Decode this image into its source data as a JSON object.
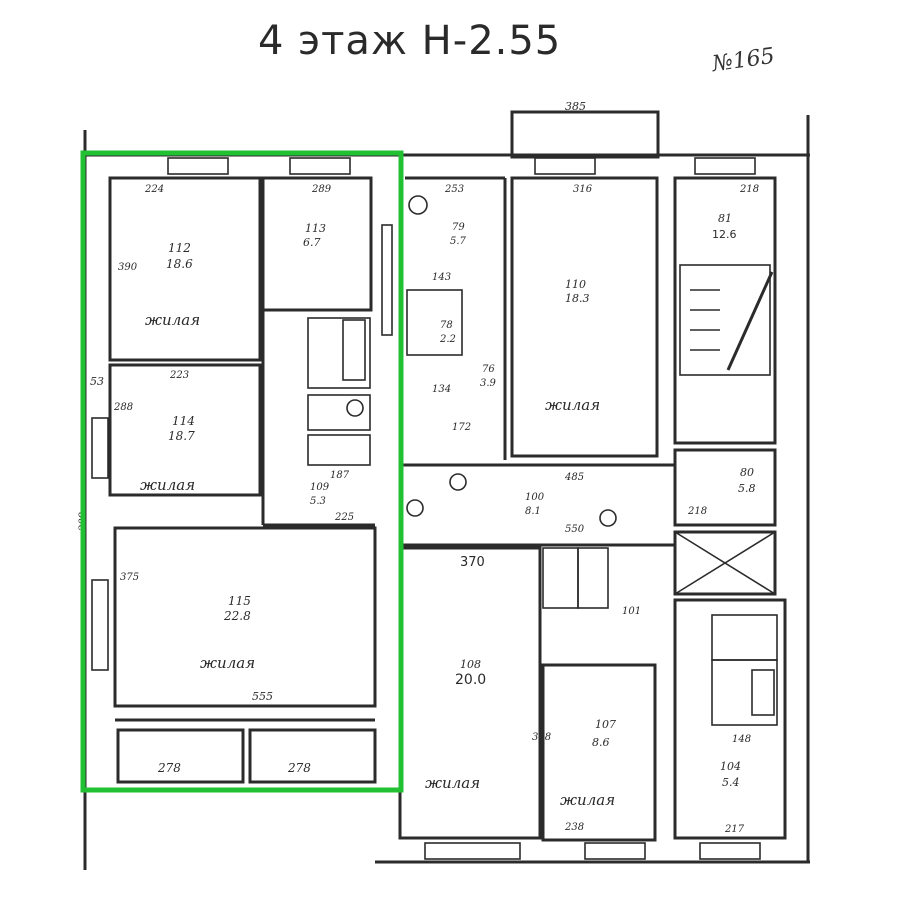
{
  "header": {
    "title": "4 этаж Н-2.55",
    "sheet_number": "№165"
  },
  "rooms": [
    {
      "id": "room-112",
      "number": "112",
      "area": "18.6",
      "use": "жилая",
      "dims": [
        "224",
        "390"
      ]
    },
    {
      "id": "room-113",
      "number": "113",
      "area": "6.7",
      "use": "",
      "dims": [
        "289"
      ]
    },
    {
      "id": "room-114",
      "number": "114",
      "area": "18.7",
      "use": "жилая",
      "dims": [
        "223",
        "288"
      ]
    },
    {
      "id": "room-115",
      "number": "115",
      "area": "22.8",
      "use": "жилая",
      "dims": [
        "555",
        "375"
      ]
    },
    {
      "id": "room-109",
      "number": "109",
      "area": "5.3",
      "use": "",
      "dims": [
        "187",
        "225"
      ]
    },
    {
      "id": "room-110",
      "number": "110",
      "area": "18.3",
      "use": "жилая",
      "dims": [
        "316"
      ]
    },
    {
      "id": "room-100",
      "number": "100",
      "area": "8.1",
      "use": "",
      "dims": [
        "485",
        "550"
      ]
    },
    {
      "id": "room-108",
      "number": "108",
      "area": "20.0",
      "use": "жилая",
      "dims": [
        "370",
        "378"
      ]
    },
    {
      "id": "room-107",
      "number": "107",
      "area": "8.6",
      "use": "жилая",
      "dims": [
        "238"
      ]
    },
    {
      "id": "room-104",
      "number": "104",
      "area": "5.4",
      "use": "",
      "dims": [
        "148",
        "217"
      ]
    },
    {
      "id": "room-81",
      "number": "81",
      "area": "12.6",
      "use": "",
      "dims": [
        "218"
      ]
    },
    {
      "id": "room-80",
      "number": "80",
      "area": "5.8",
      "use": "",
      "dims": [
        "218"
      ]
    },
    {
      "id": "room-79",
      "number": "79",
      "area": "5.7",
      "use": "",
      "dims": [
        "253"
      ]
    },
    {
      "id": "room-78",
      "number": "78",
      "area": "2.2",
      "use": "",
      "dims": [
        "143"
      ]
    },
    {
      "id": "room-76",
      "number": "76",
      "area": "3.9",
      "use": "",
      "dims": [
        "134"
      ]
    },
    {
      "id": "room-101",
      "number": "101",
      "area": "",
      "use": "",
      "dims": []
    }
  ],
  "dimensions": {
    "top": "385",
    "left_wall": "209",
    "bottom_a": "278",
    "bottom_b": "278",
    "stair_area": "172",
    "side": "53"
  },
  "colors": {
    "selection": "#22c033",
    "ink": "#2b2b2b"
  }
}
